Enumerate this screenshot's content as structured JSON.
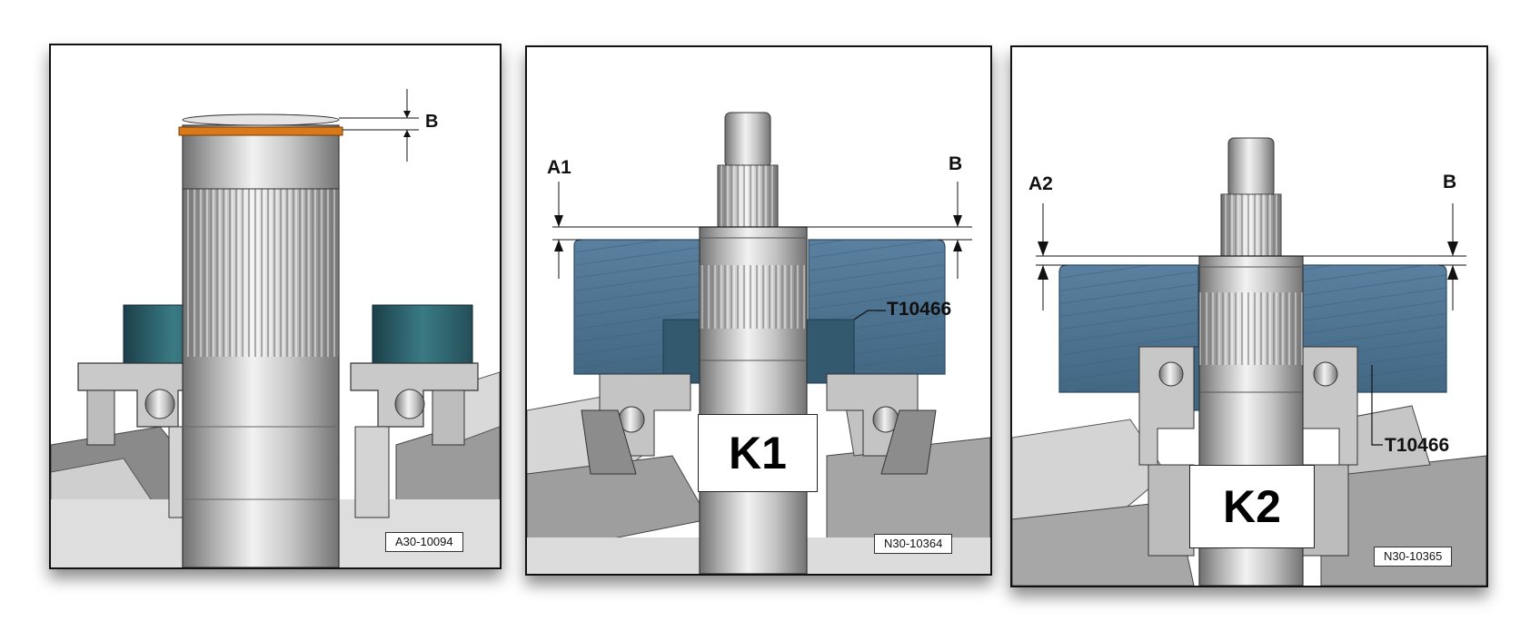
{
  "panels": [
    {
      "labels": {
        "b": "B"
      },
      "figure_code": "A30-10094"
    },
    {
      "labels": {
        "a": "A1",
        "b": "B",
        "tool": "T10466",
        "clutch": "K1"
      },
      "figure_code": "N30-10364"
    },
    {
      "labels": {
        "a": "A2",
        "b": "B",
        "tool": "T10466",
        "clutch": "K2"
      },
      "figure_code": "N30-10365"
    }
  ],
  "colors": {
    "tool_blue": "#4e7394",
    "shim_orange": "#d8791a",
    "bearing_teal": "#2c6470",
    "steel": "#b9b9b9"
  }
}
